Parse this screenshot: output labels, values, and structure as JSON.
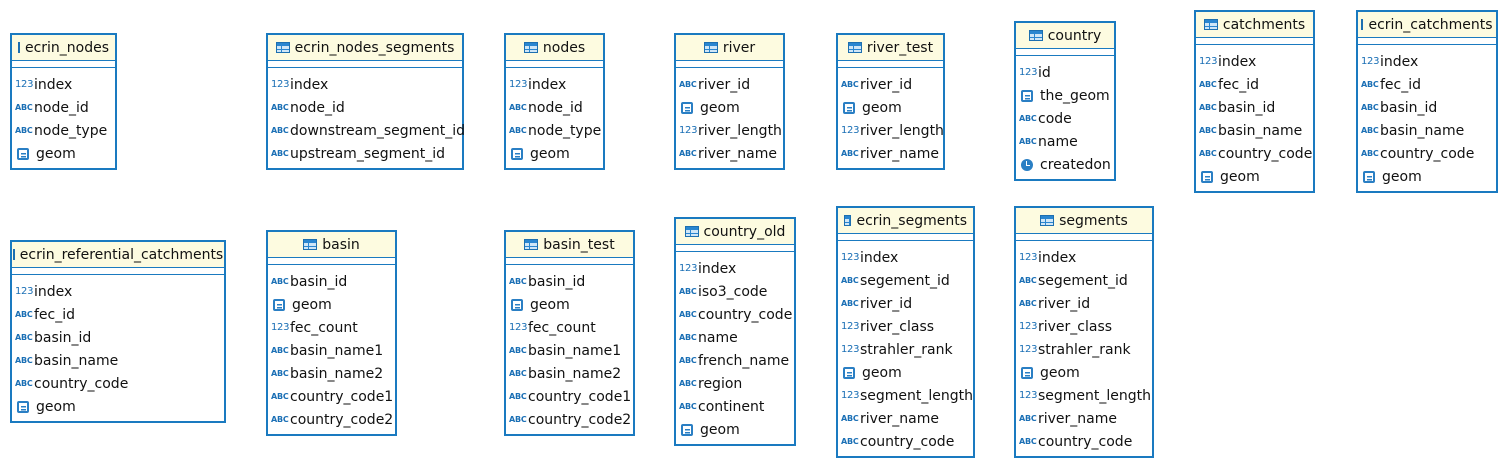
{
  "tables": [
    {
      "name": "ecrin_nodes",
      "columns": [
        {
          "type": "num",
          "name": "index"
        },
        {
          "type": "abc",
          "name": "node_id"
        },
        {
          "type": "abc",
          "name": "node_type"
        },
        {
          "type": "geom",
          "name": "geom"
        }
      ]
    },
    {
      "name": "ecrin_nodes_segments",
      "columns": [
        {
          "type": "num",
          "name": "index"
        },
        {
          "type": "abc",
          "name": "node_id"
        },
        {
          "type": "abc",
          "name": "downstream_segment_id"
        },
        {
          "type": "abc",
          "name": "upstream_segment_id"
        }
      ]
    },
    {
      "name": "nodes",
      "columns": [
        {
          "type": "num",
          "name": "index"
        },
        {
          "type": "abc",
          "name": "node_id"
        },
        {
          "type": "abc",
          "name": "node_type"
        },
        {
          "type": "geom",
          "name": "geom"
        }
      ]
    },
    {
      "name": "river",
      "columns": [
        {
          "type": "abc",
          "name": "river_id"
        },
        {
          "type": "geom",
          "name": "geom"
        },
        {
          "type": "num",
          "name": "river_length"
        },
        {
          "type": "abc",
          "name": "river_name"
        }
      ]
    },
    {
      "name": "river_test",
      "columns": [
        {
          "type": "abc",
          "name": "river_id"
        },
        {
          "type": "geom",
          "name": "geom"
        },
        {
          "type": "num",
          "name": "river_length"
        },
        {
          "type": "abc",
          "name": "river_name"
        }
      ]
    },
    {
      "name": "country",
      "columns": [
        {
          "type": "num",
          "name": "id"
        },
        {
          "type": "geom",
          "name": "the_geom"
        },
        {
          "type": "abc",
          "name": "code"
        },
        {
          "type": "abc",
          "name": "name"
        },
        {
          "type": "clock",
          "name": "createdon"
        }
      ]
    },
    {
      "name": "catchments",
      "columns": [
        {
          "type": "num",
          "name": "index"
        },
        {
          "type": "abc",
          "name": "fec_id"
        },
        {
          "type": "abc",
          "name": "basin_id"
        },
        {
          "type": "abc",
          "name": "basin_name"
        },
        {
          "type": "abc",
          "name": "country_code"
        },
        {
          "type": "geom",
          "name": "geom"
        }
      ]
    },
    {
      "name": "ecrin_catchments",
      "columns": [
        {
          "type": "num",
          "name": "index"
        },
        {
          "type": "abc",
          "name": "fec_id"
        },
        {
          "type": "abc",
          "name": "basin_id"
        },
        {
          "type": "abc",
          "name": "basin_name"
        },
        {
          "type": "abc",
          "name": "country_code"
        },
        {
          "type": "geom",
          "name": "geom"
        }
      ]
    },
    {
      "name": "ecrin_referential_catchments",
      "columns": [
        {
          "type": "num",
          "name": "index"
        },
        {
          "type": "abc",
          "name": "fec_id"
        },
        {
          "type": "abc",
          "name": "basin_id"
        },
        {
          "type": "abc",
          "name": "basin_name"
        },
        {
          "type": "abc",
          "name": "country_code"
        },
        {
          "type": "geom",
          "name": "geom"
        }
      ]
    },
    {
      "name": "basin",
      "columns": [
        {
          "type": "abc",
          "name": "basin_id"
        },
        {
          "type": "geom",
          "name": "geom"
        },
        {
          "type": "num",
          "name": "fec_count"
        },
        {
          "type": "abc",
          "name": "basin_name1"
        },
        {
          "type": "abc",
          "name": "basin_name2"
        },
        {
          "type": "abc",
          "name": "country_code1"
        },
        {
          "type": "abc",
          "name": "country_code2"
        }
      ]
    },
    {
      "name": "basin_test",
      "columns": [
        {
          "type": "abc",
          "name": "basin_id"
        },
        {
          "type": "geom",
          "name": "geom"
        },
        {
          "type": "num",
          "name": "fec_count"
        },
        {
          "type": "abc",
          "name": "basin_name1"
        },
        {
          "type": "abc",
          "name": "basin_name2"
        },
        {
          "type": "abc",
          "name": "country_code1"
        },
        {
          "type": "abc",
          "name": "country_code2"
        }
      ]
    },
    {
      "name": "country_old",
      "columns": [
        {
          "type": "num",
          "name": "index"
        },
        {
          "type": "abc",
          "name": "iso3_code"
        },
        {
          "type": "abc",
          "name": "country_code"
        },
        {
          "type": "abc",
          "name": "name"
        },
        {
          "type": "abc",
          "name": "french_name"
        },
        {
          "type": "abc",
          "name": "region"
        },
        {
          "type": "abc",
          "name": "continent"
        },
        {
          "type": "geom",
          "name": "geom"
        }
      ]
    },
    {
      "name": "ecrin_segments",
      "columns": [
        {
          "type": "num",
          "name": "index"
        },
        {
          "type": "abc",
          "name": "segement_id"
        },
        {
          "type": "abc",
          "name": "river_id"
        },
        {
          "type": "num",
          "name": "river_class"
        },
        {
          "type": "num",
          "name": "strahler_rank"
        },
        {
          "type": "geom",
          "name": "geom"
        },
        {
          "type": "num",
          "name": "segment_length"
        },
        {
          "type": "abc",
          "name": "river_name"
        },
        {
          "type": "abc",
          "name": "country_code"
        }
      ]
    },
    {
      "name": "segments",
      "columns": [
        {
          "type": "num",
          "name": "index"
        },
        {
          "type": "abc",
          "name": "segement_id"
        },
        {
          "type": "abc",
          "name": "river_id"
        },
        {
          "type": "num",
          "name": "river_class"
        },
        {
          "type": "num",
          "name": "strahler_rank"
        },
        {
          "type": "geom",
          "name": "geom"
        },
        {
          "type": "num",
          "name": "segment_length"
        },
        {
          "type": "abc",
          "name": "river_name"
        },
        {
          "type": "abc",
          "name": "country_code"
        }
      ]
    }
  ],
  "type_labels": {
    "num": "123",
    "abc": "ABC"
  }
}
